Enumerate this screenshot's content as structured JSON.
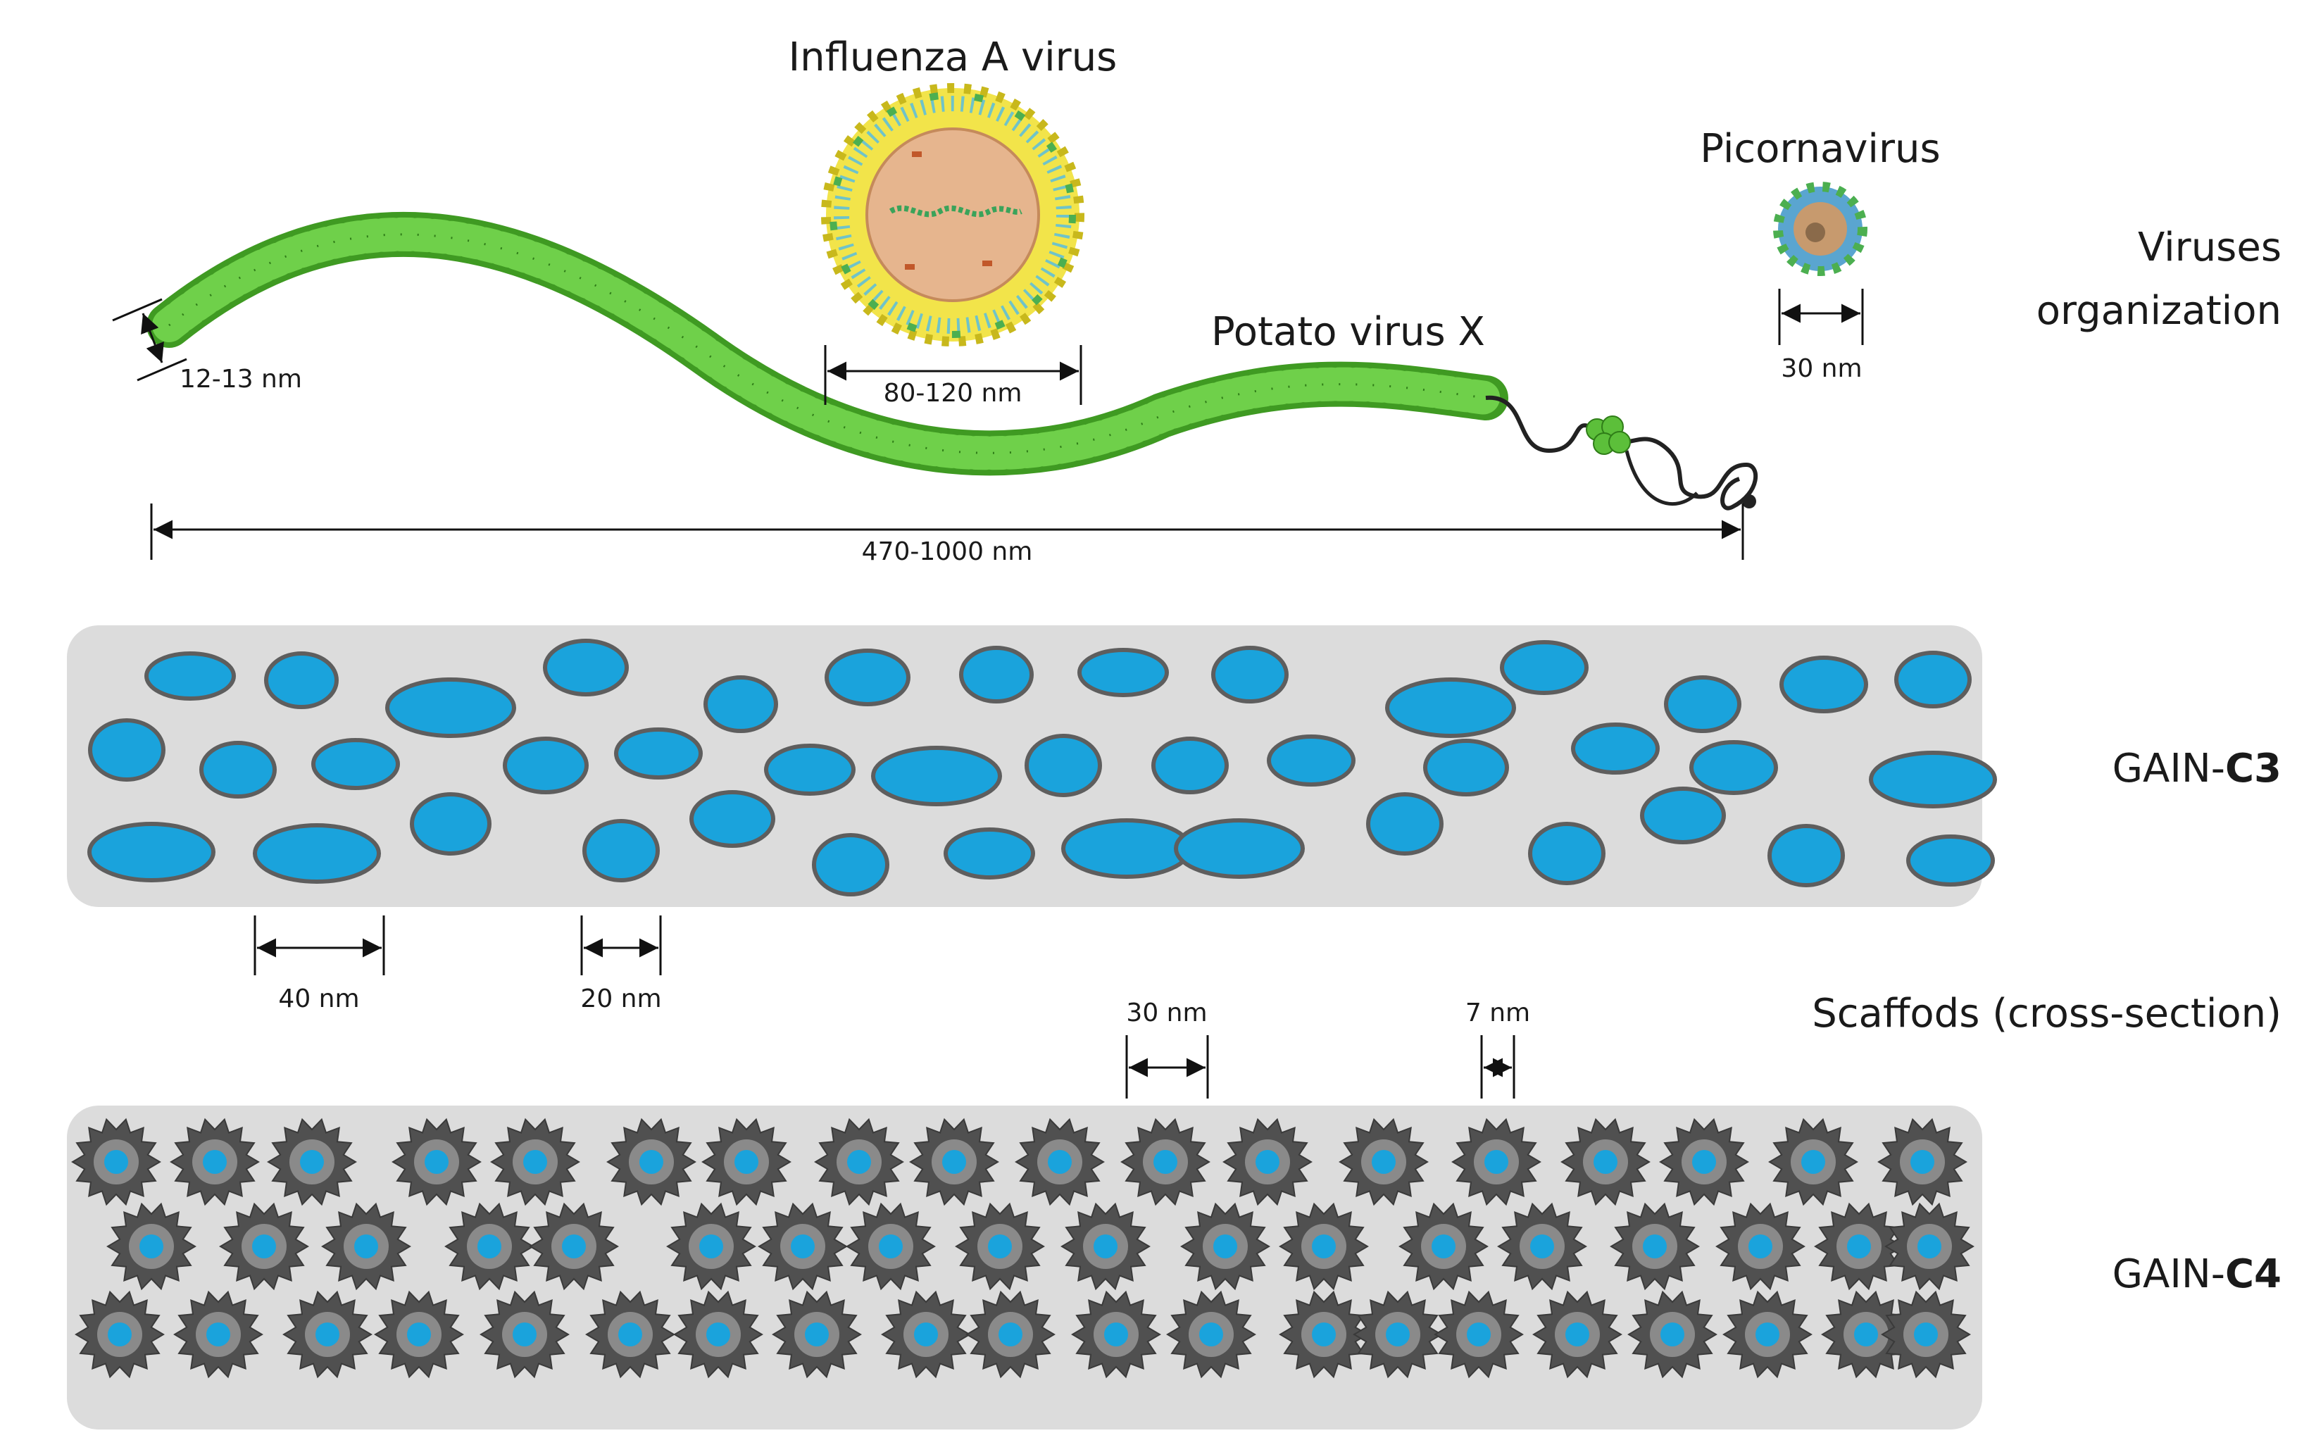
{
  "section_viruses": {
    "label_line1": "Viruses",
    "label_line2": "organization",
    "influenza": {
      "title": "Influenza A virus",
      "size": "80-120 nm"
    },
    "picornavirus": {
      "title": "Picornavirus",
      "size": "30 nm"
    },
    "pvx": {
      "title": "Potato virus X",
      "width": "12-13 nm",
      "length": "470-1000 nm"
    }
  },
  "section_scaffolds": {
    "label": "Scaffods (cross-section)",
    "c3": {
      "prefix": "GAIN-",
      "suffix": "C3"
    },
    "c4": {
      "prefix": "GAIN-",
      "suffix": "C4"
    },
    "dims": {
      "d40": "40 nm",
      "d20": "20 nm",
      "d30": "30 nm",
      "d7": "7 nm"
    }
  },
  "colors": {
    "pvx_green": "#5cbf3a",
    "pore_blue": "#1aa3dc",
    "scaffold_grey": "#dcdcdc",
    "gear_grey": "#505050",
    "envelope_yellow": "#e9e03a",
    "capsid_tan": "#e6b58e"
  }
}
